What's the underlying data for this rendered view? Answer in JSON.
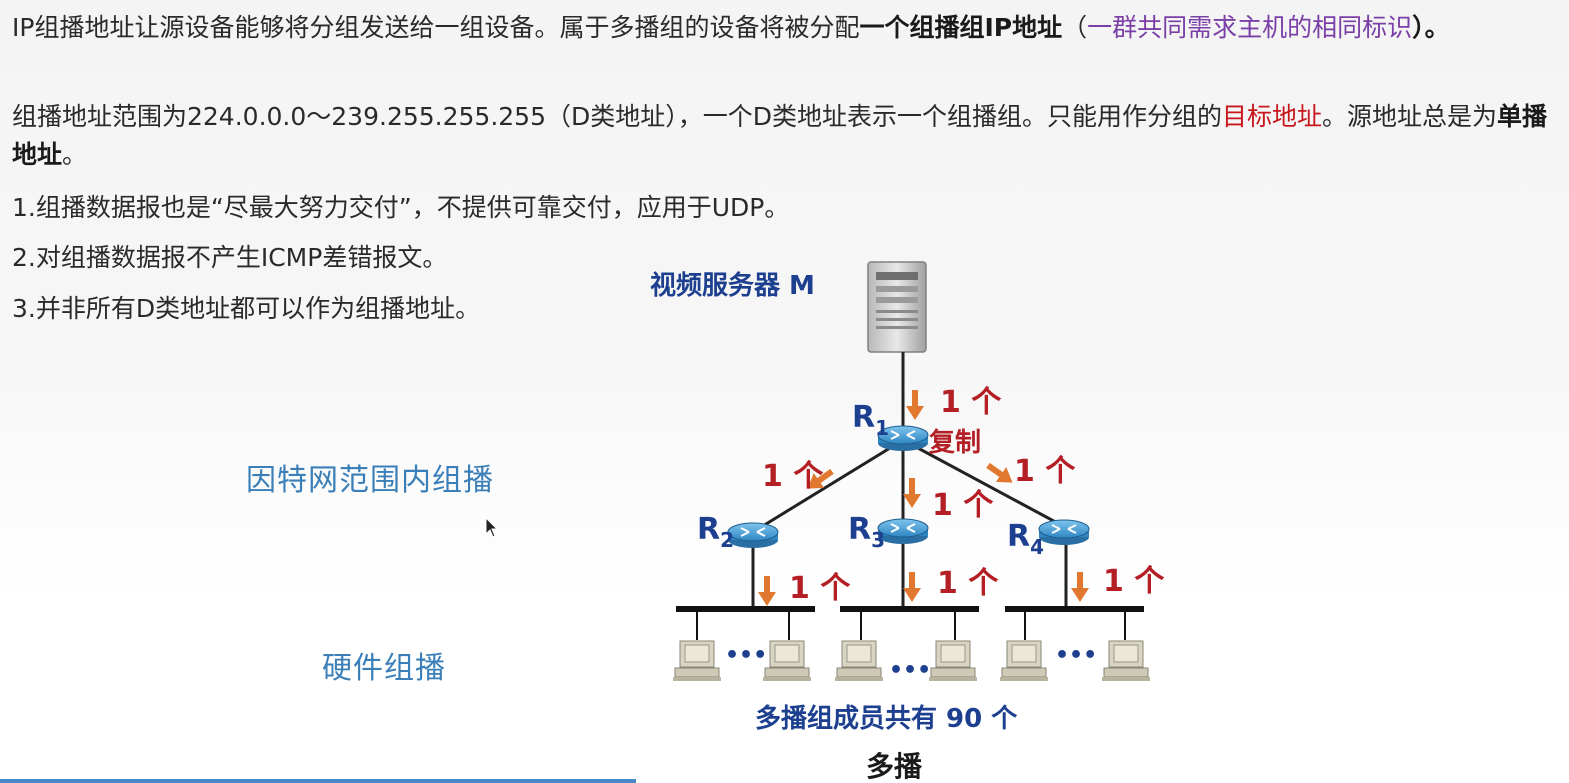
{
  "paragraphs": {
    "p1": {
      "t1": "IP组播地址让源设备能够将分组发送给一组设备。属于多播组的设备将被分配",
      "t2": "一个组播组IP地址",
      "t3": "（",
      "t4": "一群共同需求主机的相同标识",
      "t5": "）。"
    },
    "p2": {
      "t1": "组播地址范围为224.0.0.0～239.255.255.255（D类地址），一个D类地址表示一个组播组。只能用作分组的",
      "t2": "目标地址",
      "t3": "。源地址总是为",
      "t4": "单播地址",
      "t5": "。"
    },
    "item1": "1.组播数据报也是“尽最大努力交付”，不提供可靠交付，应用于UDP。",
    "item2": "2.对组播数据报不产生ICMP差错报文。",
    "item3": "3.并非所有D类地址都可以作为组播地址。"
  },
  "side_labels": {
    "internet": "因特网范围内组播",
    "hardware": "硬件组播"
  },
  "diagram": {
    "server_label": "视频服务器 M",
    "routers": [
      {
        "name": "R",
        "sub": "1"
      },
      {
        "name": "R",
        "sub": "2"
      },
      {
        "name": "R",
        "sub": "3"
      },
      {
        "name": "R",
        "sub": "4"
      }
    ],
    "copy_label": "复制",
    "count_label": "1 个",
    "ellipsis": "•••",
    "members_caption": "多播组成员共有 90 个",
    "title": "多播"
  },
  "colors": {
    "text": "#2a2a2a",
    "purple": "#7a3fa6",
    "red": "#c8161d",
    "side_blue": "#3b7fb8",
    "diagram_blue": "#1d3f8f",
    "arrow_orange": "#e0782f",
    "router_blue": "#4ba3d9"
  }
}
